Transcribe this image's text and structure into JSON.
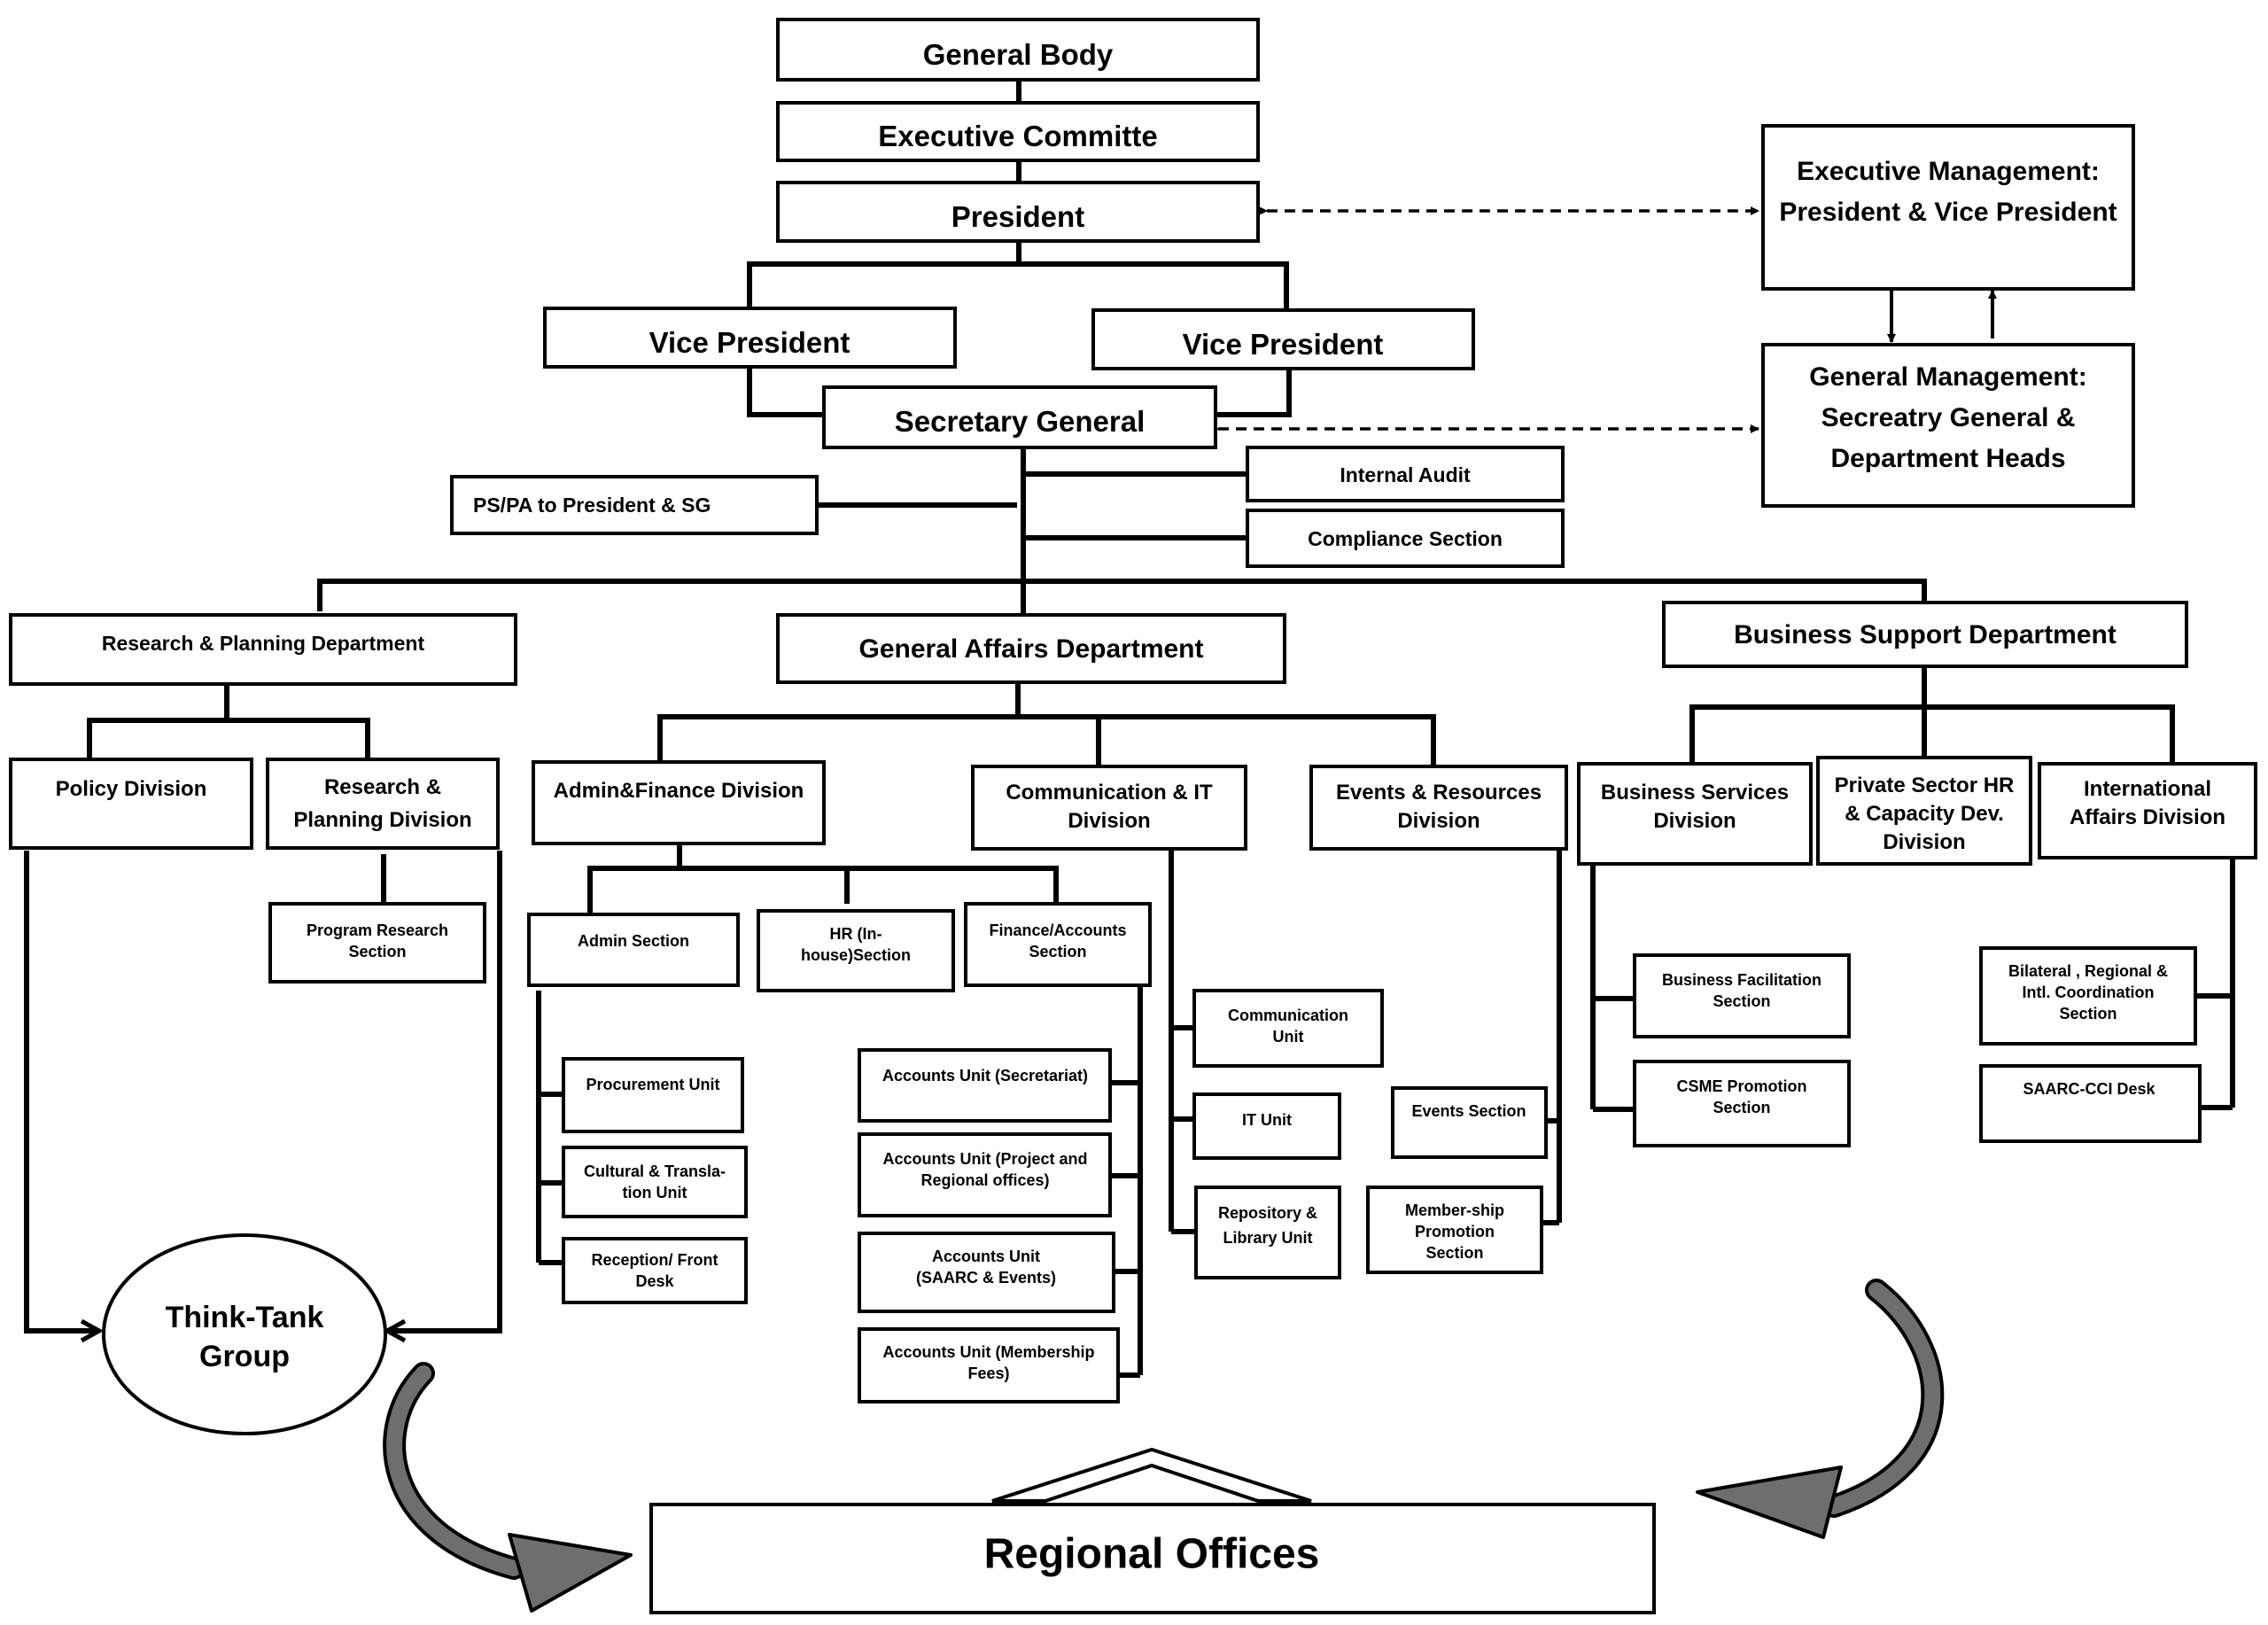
{
  "nodes": {
    "general_body": "General Body",
    "executive_committee": "Executive Committe",
    "president": "President",
    "vice_president_left": "Vice President",
    "vice_president_right": "Vice President",
    "secretary_general": "Secretary General",
    "ps_pa": "PS/PA to President & SG",
    "internal_audit": "Internal Audit",
    "compliance_section": "Compliance Section",
    "exec_mgmt": [
      "Executive Management:",
      "President & Vice President"
    ],
    "gen_mgmt": [
      "General Management:",
      "Secreatry General &",
      "Department Heads"
    ],
    "research_dept": "Research & Planning Department",
    "general_affairs_dept": "General Affairs Department",
    "business_support_dept": "Business Support Department",
    "policy_division": "Policy Division",
    "research_planning_division": [
      "Research &",
      "Planning Division"
    ],
    "program_research_section": [
      "Program Research",
      "Section"
    ],
    "admin_finance_division": "Admin&Finance Division",
    "communication_it_division": [
      "Communication & IT",
      "Division"
    ],
    "events_resources_division": [
      "Events & Resources",
      "Division"
    ],
    "business_services_division": [
      "Business Services",
      "Division"
    ],
    "private_sector_division": [
      "Private Sector HR",
      "& Capacity Dev.",
      "Division"
    ],
    "international_affairs_division": [
      "International",
      "Affairs Division"
    ],
    "admin_section": "Admin Section",
    "hr_section": [
      "HR (In-",
      "house)Section"
    ],
    "finance_accounts_section": [
      "Finance/Accounts",
      "Section"
    ],
    "procurement_unit": "Procurement Unit",
    "cultural_translation_unit": [
      "Cultural & Transla-",
      "tion Unit"
    ],
    "reception_front_desk": [
      "Reception/ Front",
      "Desk"
    ],
    "accounts_secretariat": "Accounts Unit (Secretariat)",
    "accounts_project": [
      "Accounts Unit (Project and",
      "Regional offices)"
    ],
    "accounts_saarc": [
      "Accounts Unit",
      "(SAARC & Events)"
    ],
    "accounts_membership": [
      "Accounts Unit (Membership",
      "Fees)"
    ],
    "communication_unit": [
      "Communication",
      "Unit"
    ],
    "it_unit": "IT Unit",
    "repository_library_unit": [
      "Repository &",
      "Library Unit"
    ],
    "events_section": "Events Section",
    "membership_promotion_section": [
      "Member-ship",
      "Promotion",
      "Section"
    ],
    "business_facilitation_section": [
      "Business Facilitation",
      "Section"
    ],
    "csme_promotion_section": [
      "CSME Promotion",
      "Section"
    ],
    "bilateral_section": [
      "Bilateral , Regional &",
      "Intl. Coordination",
      "Section"
    ],
    "saarc_cci_desk": "SAARC-CCI Desk",
    "think_tank_group": [
      "Think-Tank",
      "Group"
    ],
    "regional_offices": "Regional Offices"
  },
  "colors": {
    "line": "#000000",
    "box_fill": "#ffffff",
    "arrow_fill": "#6e6e6e"
  }
}
